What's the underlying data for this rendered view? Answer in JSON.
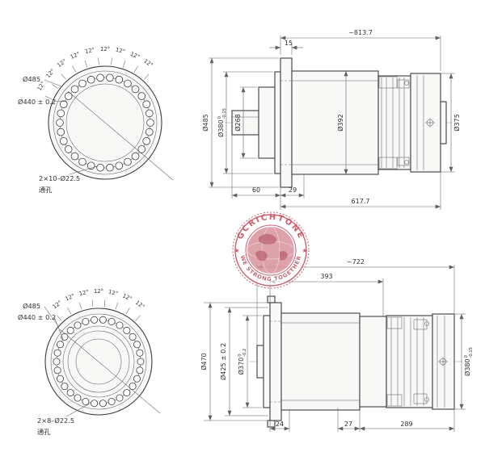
{
  "colors": {
    "line": "#3a3d40",
    "dim_line": "#5d6167",
    "watermark_accent": "#c14b5c",
    "background": "#ffffff"
  },
  "top_front": {
    "angle_label": "12°",
    "label_outer_dia": "Ø485",
    "label_bolt_circle": "Ø440 ± 0.2",
    "label_holes": "2×10–Ø22.5",
    "label_holes_note": "通孔"
  },
  "top_side": {
    "dim_overall": "~813.7",
    "dim_flange": "15",
    "d485": "Ø485",
    "d380": "Ø380",
    "d380_tol_u": "0",
    "d380_tol_l": "-0.15",
    "d268": "Ø268",
    "d392": "Ø392",
    "d375": "Ø375",
    "dim_60": "60",
    "dim_29": "29",
    "dim_total": "617.7"
  },
  "watermark": {
    "brand": "GCRICHTONE",
    "slogan": "WE STRONG TOGETHER",
    "star": "★"
  },
  "bottom_front": {
    "angle_label": "12°",
    "label_outer_dia": "Ø485",
    "label_bolt_circle": "Ø440 ± 0.2",
    "label_holes": "2×8–Ø22.5",
    "label_holes_note": "通孔"
  },
  "bottom_side": {
    "dim_overall": "~722",
    "dim_393": "393",
    "d470": "Ø470",
    "d425": "Ø425 ± 0.2",
    "d370": "Ø370",
    "d370_tol_u": "0",
    "d370_tol_l": "-0.2",
    "d380": "Ø380",
    "d380_tol_u": "0",
    "d380_tol_l": "-0.15",
    "dim_24": "24",
    "dim_27": "27",
    "dim_289": "289"
  }
}
